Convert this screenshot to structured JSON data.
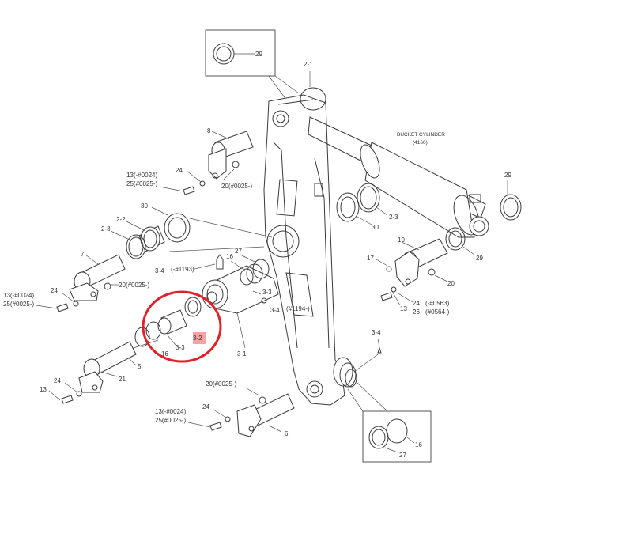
{
  "colors": {
    "line": "#3a3a3a",
    "highlight_circle": "#e0212a",
    "highlight_fill": "#f6a3a3"
  },
  "labels": {
    "p2_1": "2-1",
    "p29_top": "29",
    "p8": "8",
    "p24_a": "24",
    "p13_a": "13(-#0024)",
    "p25_a": "25(#0025-)",
    "p20_a": "20(#0025-)",
    "bucket_cylinder": "BUCKET CYLINDER",
    "bucket_cylinder_no": "(4160)",
    "p29_right": "29",
    "p30_left": "30",
    "p2_2": "2-2",
    "p2_3_left": "2-3",
    "p7": "7",
    "p20_b": "20(#0025-)",
    "p24_b": "24",
    "p13_b": "13(-#0024)",
    "p25_b": "25(#0025-)",
    "p3_4_a": "3-4",
    "p1193": "(-#1193)",
    "p16_a": "16",
    "p27_a": "27",
    "p3_3_a": "3-3",
    "p3_4_b": "3-4",
    "p1194": "(#1194-)",
    "p30_right": "30",
    "p2_3_right": "2-3",
    "p10": "10",
    "p17": "17",
    "p20_c": "20",
    "p29_mid": "29",
    "p13_c": "13",
    "p24_c": "24",
    "p0563": "(-#0563)",
    "p26": "26",
    "p0564": "(#0564-)",
    "p3_2": "3-2",
    "p3_3_b": "3-3",
    "p16_b": "16",
    "p3_1": "3-1",
    "p5": "5",
    "p21": "21",
    "p24_d": "24",
    "p13_d": "13",
    "p3_4_c": "3-4",
    "p20_d": "20(#0025-)",
    "p24_e": "24",
    "p13_e": "13(-#0024)",
    "p25_e": "25(#0025-)",
    "p6": "6",
    "p16_c": "16",
    "p27_c": "27"
  }
}
